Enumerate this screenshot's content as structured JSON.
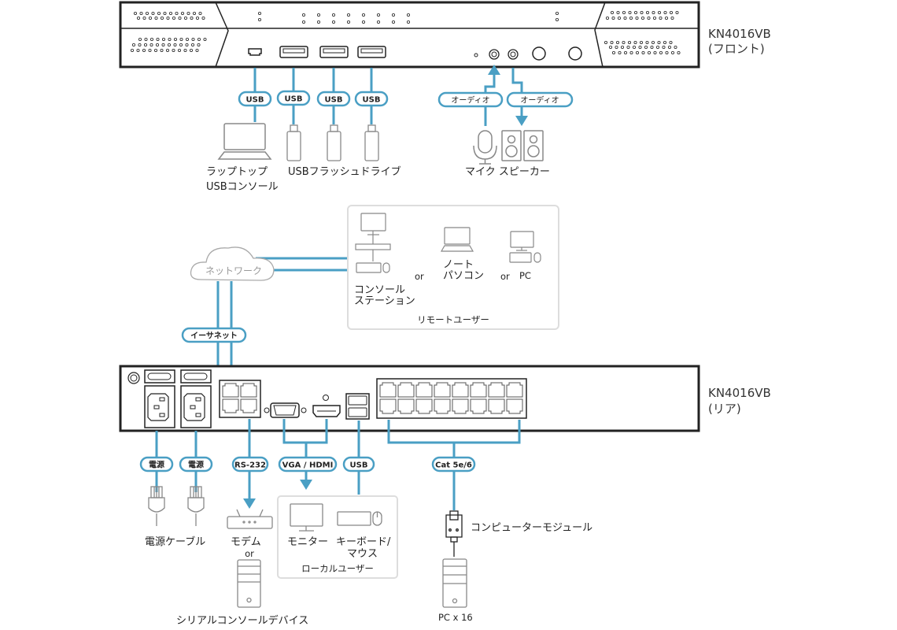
{
  "colors": {
    "cable": "#4a9fc4",
    "device_outline": "#222222",
    "icon_gray": "#888888",
    "group_border": "#dddddd"
  },
  "front_panel": {
    "model": "KN4016VB",
    "side": "(フロント)"
  },
  "rear_panel": {
    "model": "KN4016VB",
    "side": "(リア)"
  },
  "front_connections": {
    "usb_pills": [
      "USB",
      "USB",
      "USB",
      "USB"
    ],
    "audio_pills": [
      "オーディオ",
      "オーディオ"
    ],
    "laptop_label_line1": "ラップトップ",
    "laptop_label_line2": "USBコンソール",
    "flash_label": "USBフラッシュドライブ",
    "mic_speaker_label": "マイク スピーカー"
  },
  "network": {
    "cloud_label": "ネットワーク",
    "ethernet_pill": "イーサネット"
  },
  "remote_users": {
    "group_label": "リモートユーザー",
    "console_station_line1": "コンソール",
    "console_station_line2": "ステーション",
    "or_1": "or",
    "notebook_line1": "ノート",
    "notebook_line2": "パソコン",
    "or_2": "or",
    "pc": "PC"
  },
  "rear_connections": {
    "power_pills": [
      "電源",
      "電源"
    ],
    "rs232_pill": "RS-232",
    "video_pill": "VGA / HDMI",
    "usb_pill": "USB",
    "cat_pill": "Cat 5e/6",
    "power_cable_label": "電源ケーブル",
    "modem_label": "モデム",
    "or": "or",
    "serial_device_label": "シリアルコンソールデバイス",
    "monitor_label": "モニター",
    "keyboard_label_line1": "キーボード/",
    "keyboard_label_line2": "マウス",
    "local_users_label": "ローカルユーザー",
    "computer_module_label": "コンピューターモジュール",
    "pc_count_label": "PC x 16"
  }
}
